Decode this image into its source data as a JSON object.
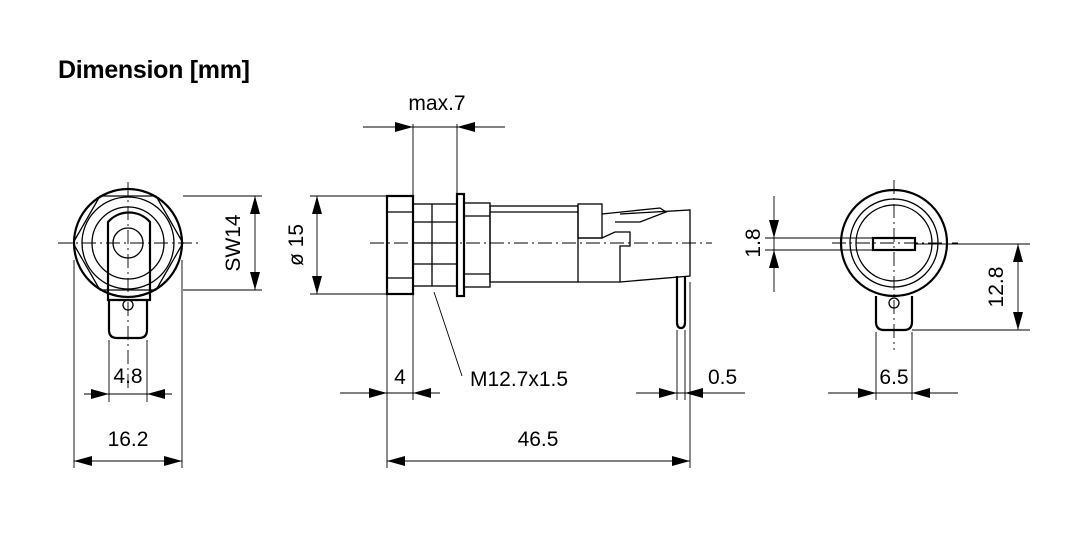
{
  "title": "Dimension [mm]",
  "dimensions": {
    "max7": "max.7",
    "sw14": "SW14",
    "dia15": "ø 15",
    "d4_8": "4.8",
    "d16_2": "16.2",
    "d4": "4",
    "thread": "M12.7x1.5",
    "d46_5": "46.5",
    "d0_5": "0.5",
    "d1_8": "1.8",
    "d12_8": "12.8",
    "d6_5": "6.5"
  }
}
